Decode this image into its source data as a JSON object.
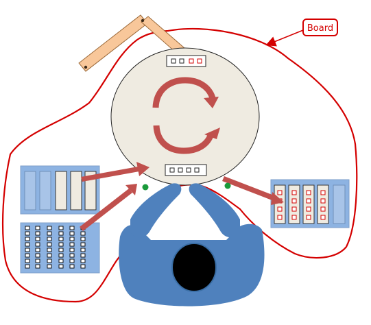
{
  "callout": {
    "label": "Board"
  },
  "colors": {
    "boundary": "#d40000",
    "arrow": "#c0504d",
    "rack_fill": "#8db3e2",
    "rack_stroke": "#7f9fc9",
    "operator": "#4f81bd",
    "table_fill": "#efebe1",
    "arm_fill": "#f8c79a",
    "arm_stroke": "#9c6a3a",
    "indicator_green": "#1a9a3a",
    "marker_red": "#d40000"
  },
  "icons": {
    "rotation": "circular-rotation-arrows",
    "operator": "person-top-view",
    "manipulator": "robot-arm"
  }
}
